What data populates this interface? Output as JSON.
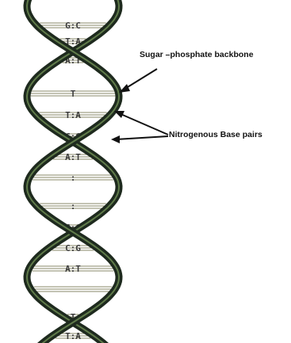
{
  "labels": {
    "backbone": "Sugar –phosphate backbone",
    "base_pairs": "Nitrogenous Base pairs"
  },
  "base_pairs": [
    {
      "left": "G",
      "sep": ":",
      "right": "C"
    },
    {
      "left": "T",
      "sep": ":",
      "right": "A"
    },
    {
      "left": "A",
      "sep": ":",
      "right": "T"
    },
    {
      "left": "T",
      "sep": "",
      "right": ""
    },
    {
      "left": "T",
      "sep": ":",
      "right": "A"
    },
    {
      "left": "C",
      "sep": ":",
      "right": "G"
    },
    {
      "left": "A",
      "sep": ":",
      "right": "T"
    },
    {
      "left": "",
      "sep": ":",
      "right": ""
    },
    {
      "left": "",
      "sep": ":",
      "right": ""
    },
    {
      "left": "G",
      "sep": ":",
      "right": "C"
    },
    {
      "left": "C",
      "sep": ":",
      "right": "G"
    },
    {
      "left": "A",
      "sep": ":",
      "right": "T"
    },
    {
      "left": "",
      "sep": "",
      "right": ""
    },
    {
      "left": "T",
      "sep": "",
      "right": ""
    },
    {
      "left": "T",
      "sep": ":",
      "right": "A"
    }
  ],
  "colors": {
    "backbone": "#1e2a1e",
    "backbone_highlight": "#5f7a4a",
    "rung": "#8a8a6a",
    "arrow": "#111111"
  }
}
